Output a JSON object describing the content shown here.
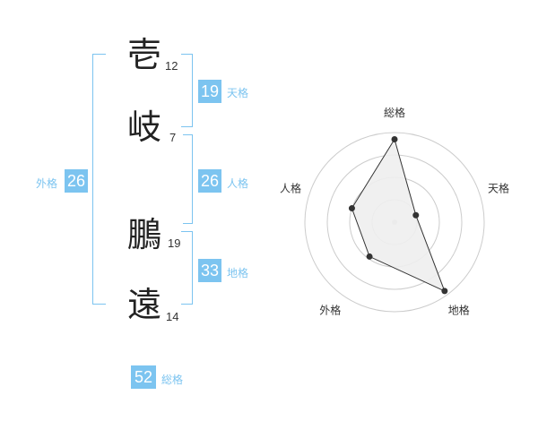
{
  "name_chars": [
    {
      "char": "壱",
      "strokes": "12"
    },
    {
      "char": "岐",
      "strokes": "7"
    },
    {
      "char": "鵬",
      "strokes": "19"
    },
    {
      "char": "遠",
      "strokes": "14"
    }
  ],
  "kakusu": {
    "tenkaku": {
      "value": "19",
      "label": "天格"
    },
    "jinkaku": {
      "value": "26",
      "label": "人格"
    },
    "chikaku": {
      "value": "33",
      "label": "地格"
    },
    "gaikaku": {
      "value": "26",
      "label": "外格"
    },
    "soukaku": {
      "value": "52",
      "label": "総格"
    }
  },
  "chart_data": {
    "type": "radar",
    "axes": [
      "総格",
      "天格",
      "地格",
      "外格",
      "人格"
    ],
    "values": [
      3.7,
      1.0,
      3.8,
      1.9,
      2.0
    ],
    "max": 4,
    "rings": 4,
    "colors": {
      "fill": "#eeeeee",
      "stroke": "#333333",
      "grid": "#cccccc"
    }
  }
}
